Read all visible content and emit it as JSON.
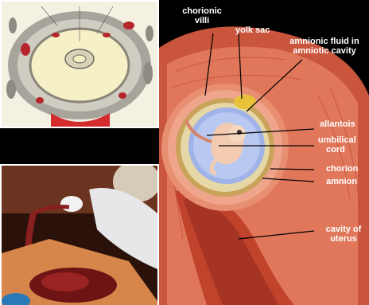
{
  "labels": {
    "chorionic_villi": [
      "chorionic",
      "villi"
    ],
    "yolk_sac": "yolk sac",
    "amnionic_fluid": [
      "amnionic fluid in",
      "amniotic cavity"
    ],
    "allantois": "allantois",
    "umbilical_cord": [
      "umbilical",
      "cord"
    ],
    "chorion": "chorion",
    "amnion": "amnion",
    "cavity_of_uterus": [
      "cavity of",
      "uterus"
    ]
  },
  "colors": {
    "label_text": "#ffffff",
    "leader_line": "#000000",
    "uterine_muscle": "#d9684a",
    "chorion_ring": "#c9a35a",
    "amniotic_fluid": "#9fb3e8",
    "yolk_sac": "#e8c33a"
  }
}
